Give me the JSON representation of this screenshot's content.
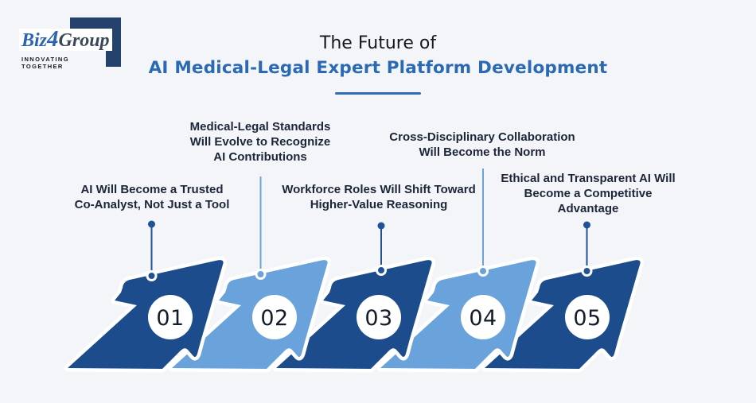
{
  "logo": {
    "brand_prefix": "Biz",
    "brand_number": "4",
    "brand_suffix": "Group",
    "tagline": "INNOVATING TOGETHER"
  },
  "header": {
    "title_line1": "The Future of",
    "title_line2": "AI Medical-Legal Expert Platform Development"
  },
  "steps": [
    {
      "number": "01",
      "lines": [
        "AI Will Become a Trusted",
        "Co-Analyst, Not Just a Tool"
      ]
    },
    {
      "number": "02",
      "lines": [
        "Medical-Legal Standards",
        "Will Evolve to Recognize",
        "AI Contributions"
      ]
    },
    {
      "number": "03",
      "lines": [
        "Workforce Roles Will Shift Toward",
        "Higher-Value Reasoning"
      ]
    },
    {
      "number": "04",
      "lines": [
        "Cross-Disciplinary Collaboration",
        "Will Become the Norm"
      ]
    },
    {
      "number": "05",
      "lines": [
        "Ethical and Transparent AI Will",
        "Become a Competitive",
        "Advantage"
      ]
    }
  ],
  "colors": {
    "background": "#f3f5f9",
    "arrow_dark": "#1d4c8c",
    "arrow_light": "#6aa2dc",
    "accent_blue": "#2b69b2",
    "connector_dark": "#1f5296",
    "label_text": "#1c2638",
    "logo_navy": "#24426b",
    "logo_blue": "#2a65ae"
  }
}
